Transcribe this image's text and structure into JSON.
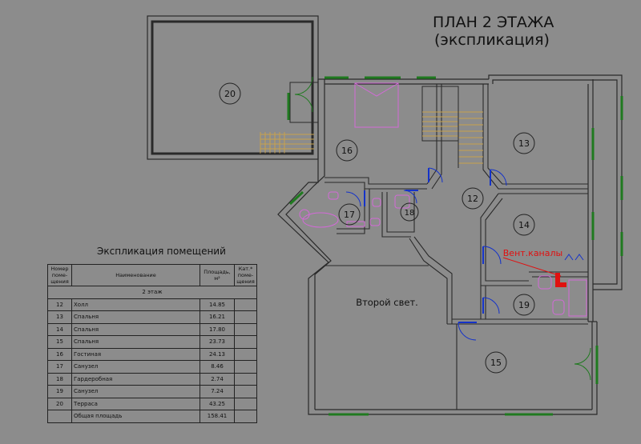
{
  "title": {
    "line1": "ПЛАН 2 ЭТАЖА",
    "line2": "(экспликация)"
  },
  "rooms": {
    "r12": "12",
    "r13": "13",
    "r14": "14",
    "r15": "15",
    "r16": "16",
    "r17": "17",
    "r18": "18",
    "r19": "19",
    "r20": "20"
  },
  "labels": {
    "void": "Второй свет.",
    "vent": "Вент.каналы"
  },
  "table": {
    "caption": "Экспликация помещений",
    "headers": {
      "num": "Номер поме-щения",
      "name": "Наименование",
      "area": "Площадь, м²",
      "cat": "Кат.* поме-щения"
    },
    "section": "2 этаж",
    "rows": [
      {
        "num": "12",
        "name": "Холл",
        "area": "14.85"
      },
      {
        "num": "13",
        "name": "Спальня",
        "area": "16.21"
      },
      {
        "num": "14",
        "name": "Спальня",
        "area": "17.80"
      },
      {
        "num": "15",
        "name": "Спальня",
        "area": "23.73"
      },
      {
        "num": "16",
        "name": "Гостиная",
        "area": "24.13"
      },
      {
        "num": "17",
        "name": "Санузел",
        "area": "8.46"
      },
      {
        "num": "18",
        "name": "Гардеробная",
        "area": "2.74"
      },
      {
        "num": "19",
        "name": "Санузел",
        "area": "7.24"
      },
      {
        "num": "20",
        "name": "Терраса",
        "area": "43.25"
      }
    ],
    "total": {
      "name": "Общая площадь",
      "area": "158.41"
    }
  },
  "colors": {
    "background": "#8c8c8c",
    "wall": "#2a2a2a",
    "window": "#1f7a1f",
    "door": "#1533c9",
    "fixture": "#d36ad8",
    "stair": "#c8a24c",
    "vent": "#e01010"
  }
}
